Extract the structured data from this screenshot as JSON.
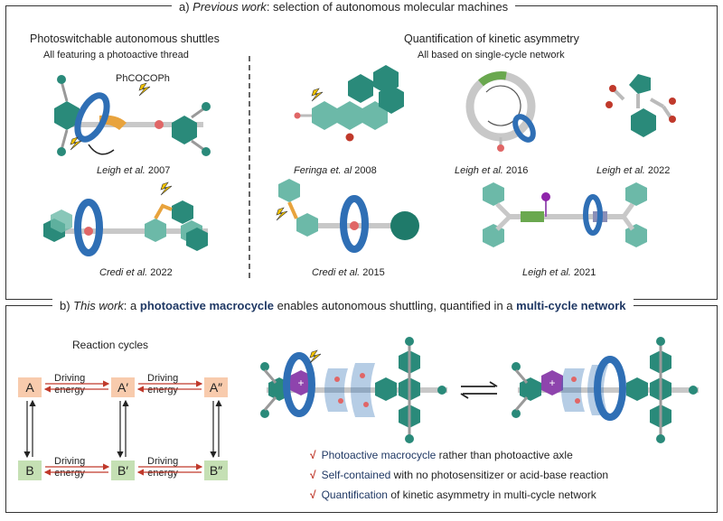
{
  "panel_a": {
    "title_prefix": "a) ",
    "title_em": "Previous work",
    "title_rest": ": selection of autonomous molecular machines",
    "left_heading": "Photoswitchable autonomous shuttles",
    "left_sub": "All featuring a photoactive thread",
    "right_heading": "Quantification of kinetic asymmetry",
    "right_sub": "All based on single-cycle network",
    "reagent": "PhCOCOPh",
    "refs": [
      {
        "name": "Leigh",
        "etal": " et al.",
        "year": " 2007"
      },
      {
        "name": "Feringa",
        "etal": " et. al",
        "year": " 2008"
      },
      {
        "name": "Leigh",
        "etal": " et al.",
        "year": " 2016"
      },
      {
        "name": "Leigh",
        "etal": " et al.",
        "year": " 2022"
      },
      {
        "name": "Credi",
        "etal": " et al.",
        "year": " 2022"
      },
      {
        "name": "Credi",
        "etal": " et al.",
        "year": " 2015"
      },
      {
        "name": "Leigh",
        "etal": " et al.",
        "year": " 2021"
      }
    ]
  },
  "panel_b": {
    "title_prefix": "b) ",
    "title_em": "This work",
    "title_mid1": ": a ",
    "title_hl1": "photoactive macrocycle",
    "title_mid2": " enables autonomous shuttling, quantified in a ",
    "title_hl2": "multi-cycle network",
    "cycles_heading": "Reaction cycles",
    "states_top": [
      "A",
      "A′",
      "A″"
    ],
    "states_bottom": [
      "B",
      "B′",
      "B″"
    ],
    "driving_line1": "Driving",
    "driving_line2": "energy",
    "plus": "+",
    "features": [
      {
        "check": "√",
        "hl": "Photoactive macrocycle",
        "rest": " rather than photoactive axle"
      },
      {
        "check": "√",
        "hl": "Self-contained",
        "rest": " with no photosensitizer or acid-base reaction"
      },
      {
        "check": "√",
        "hl": "Quantification",
        "rest": " of kinetic asymmetry in multi-cycle network"
      }
    ]
  },
  "colors": {
    "teal": "#2a8a7a",
    "blue": "#2f6fb5",
    "orange": "#e8a33d",
    "red": "#c0392b",
    "green": "#6aa84f",
    "navy": "#1f3864"
  }
}
